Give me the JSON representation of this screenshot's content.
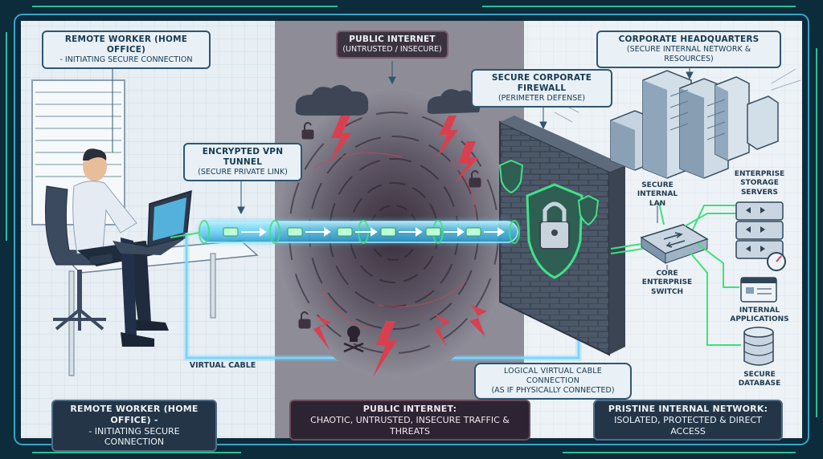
{
  "labels": {
    "remote_worker_top": {
      "title": "REMOTE WORKER (HOME OFFICE)",
      "subtitle": "- INITIATING SECURE CONNECTION"
    },
    "public_internet_top": {
      "title": "PUBLIC INTERNET",
      "subtitle": "(UNTRUSTED / INSECURE)"
    },
    "corporate_hq": {
      "title": "CORPORATE HEADQUARTERS",
      "subtitle": "(SECURE INTERNAL NETWORK & RESOURCES)"
    },
    "firewall": {
      "title": "SECURE CORPORATE FIREWALL",
      "subtitle": "(PERIMETER DEFENSE)"
    },
    "vpn_tunnel": {
      "title": "ENCRYPTED VPN TUNNEL",
      "subtitle": "(SECURE PRIVATE LINK)"
    },
    "virtual_cable": "VIRTUAL CABLE",
    "logical_cable": {
      "title": "LOGICAL VIRTUAL CABLE CONNECTION",
      "subtitle": "(AS IF PHYSICALLY CONNECTED)"
    },
    "remote_worker_bottom": {
      "title": "REMOTE WORKER (HOME OFFICE) -",
      "subtitle": "- INITIATING SECURE CONNECTION"
    },
    "public_internet_bottom": {
      "title": "PUBLIC INTERNET:",
      "subtitle": "CHAOTIC, UNTRUSTED, INSECURE TRAFFIC & THREATS"
    },
    "pristine_network": {
      "title": "PRISTINE INTERNAL NETWORK:",
      "subtitle": "ISOLATED, PROTECTED & DIRECT ACCESS"
    },
    "secure_lan": {
      "line1": "SECURE",
      "line2": "INTERNAL",
      "line3": "LAN"
    },
    "core_switch": {
      "line1": "CORE",
      "line2": "ENTERPRISE",
      "line3": "SWITCH"
    },
    "storage_servers": {
      "line1": "ENTERPRISE",
      "line2": "STORAGE",
      "line3": "SERVERS"
    },
    "internal_apps": {
      "line1": "INTERNAL",
      "line2": "APPLICATIONS"
    },
    "secure_db": {
      "line1": "SECURE",
      "line2": "DATABASE"
    }
  },
  "colors": {
    "frame": "#0c2c3c",
    "frame_accent": "#3dd6a6",
    "home_bg": "#e8eff5",
    "internet_bg": "#8a8a96",
    "hq_bg": "#eef3f7",
    "tunnel": "#56d7ff",
    "network_line": "#3ee07a",
    "threat": "#d84050"
  },
  "icons": [
    "person-icon",
    "laptop-icon",
    "phone-icon",
    "storm-cloud-icon",
    "lightning-icon",
    "broken-lock-icon",
    "skull-icon",
    "firewall-wall-icon",
    "padlock-shield-icon",
    "server-rack-icon",
    "switch-icon",
    "storage-server-icon",
    "application-window-icon",
    "database-icon",
    "gauge-icon"
  ]
}
